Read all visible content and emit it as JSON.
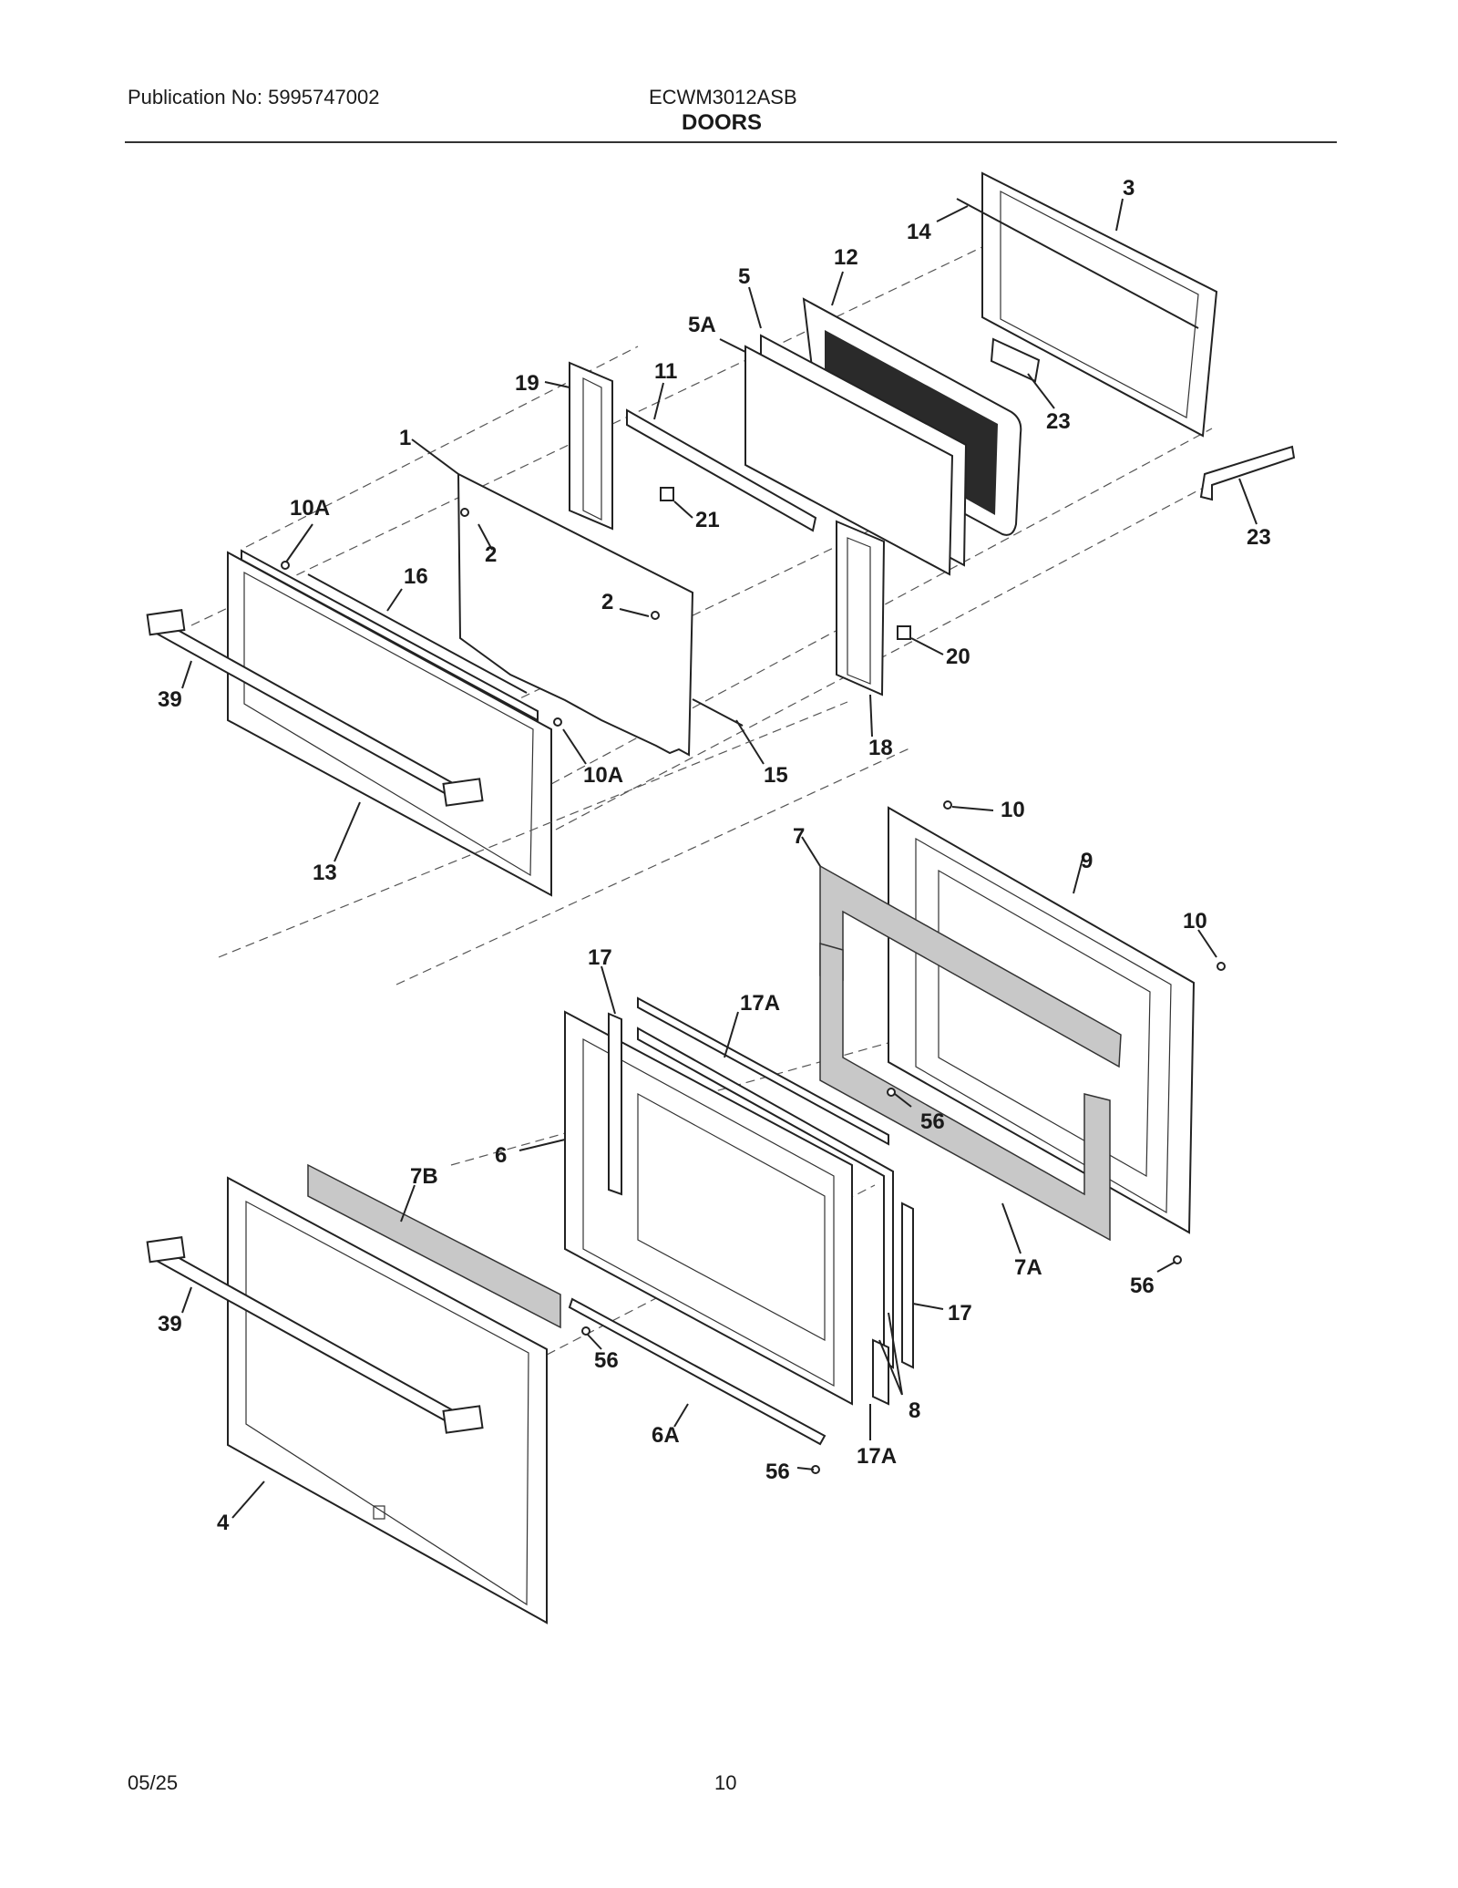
{
  "header": {
    "publication": "Publication No: 5995747002",
    "model": "ECWM3012ASB",
    "section_title": "DOORS"
  },
  "footer": {
    "date": "05/25",
    "page_number": "10"
  },
  "callouts": {
    "c3": "3",
    "c14": "14",
    "c12": "12",
    "c5": "5",
    "c5A": "5A",
    "c19": "19",
    "c11": "11",
    "c1": "1",
    "c23a": "23",
    "c23b": "23",
    "c21": "21",
    "c10Aa": "10A",
    "c2a": "2",
    "c2b": "2",
    "c16": "16",
    "c20": "20",
    "c39a": "39",
    "c10Ab": "10A",
    "c15": "15",
    "c18": "18",
    "c13": "13",
    "c10a": "10",
    "c7": "7",
    "c9": "9",
    "c10b": "10",
    "c17a": "17",
    "c17Aa": "17A",
    "c56a": "56",
    "c6": "6",
    "c7B": "7B",
    "c7A": "7A",
    "c56b": "56",
    "c17b": "17",
    "c39b": "39",
    "c56c": "56",
    "c8": "8",
    "c6A": "6A",
    "c17Ab": "17A",
    "c56d": "56",
    "c4": "4"
  }
}
